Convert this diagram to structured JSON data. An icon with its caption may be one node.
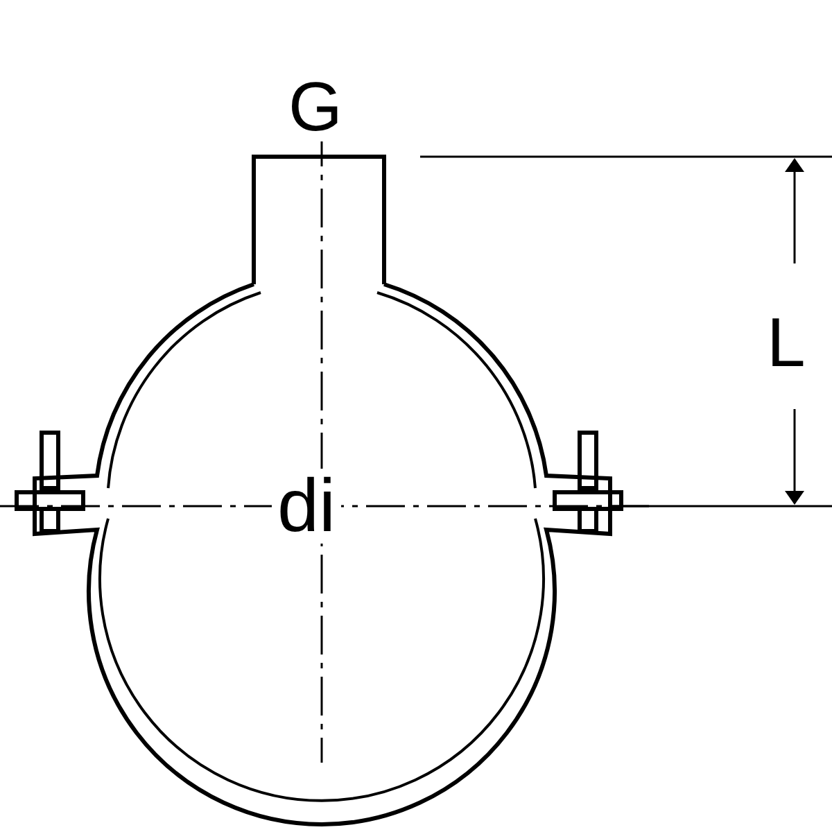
{
  "diagram": {
    "labels": [
      "G",
      "L",
      "di"
    ]
  }
}
